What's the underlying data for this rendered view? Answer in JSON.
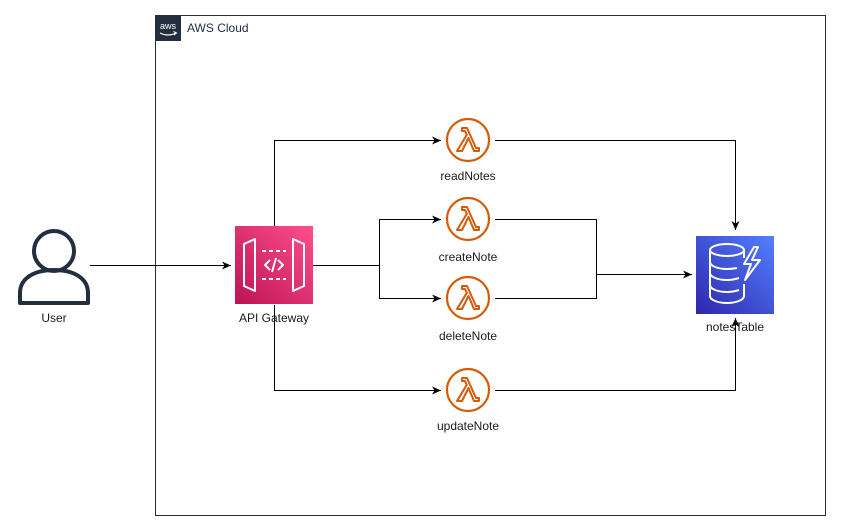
{
  "cloud": {
    "label": "AWS Cloud",
    "logo_text": "aws"
  },
  "nodes": {
    "user": {
      "label": "User",
      "icon": "user-icon"
    },
    "api_gateway": {
      "label": "API Gateway",
      "icon": "api-gateway-icon"
    },
    "read_notes": {
      "label": "readNotes",
      "icon": "lambda-icon"
    },
    "create_note": {
      "label": "createNote",
      "icon": "lambda-icon"
    },
    "delete_note": {
      "label": "deleteNote",
      "icon": "lambda-icon"
    },
    "update_note": {
      "label": "updateNote",
      "icon": "lambda-icon"
    },
    "notes_table": {
      "label": "notesTable",
      "icon": "dynamodb-icon"
    }
  },
  "edges": [
    {
      "from": "User",
      "to": "API Gateway"
    },
    {
      "from": "API Gateway",
      "to": "readNotes"
    },
    {
      "from": "API Gateway",
      "to": "createNote"
    },
    {
      "from": "API Gateway",
      "to": "deleteNote"
    },
    {
      "from": "API Gateway",
      "to": "updateNote"
    },
    {
      "from": "readNotes",
      "to": "notesTable"
    },
    {
      "from": "createNote",
      "to": "notesTable"
    },
    {
      "from": "deleteNote",
      "to": "notesTable"
    },
    {
      "from": "updateNote",
      "to": "notesTable"
    }
  ],
  "colors": {
    "lambda": "#d45b07",
    "api_gateway_top": "#ff4f8b",
    "api_gateway_bottom": "#bc1356",
    "dynamodb_top": "#4d72f3",
    "dynamodb_bottom": "#2e27ad",
    "user": "#232f3e",
    "line": "#000000"
  }
}
